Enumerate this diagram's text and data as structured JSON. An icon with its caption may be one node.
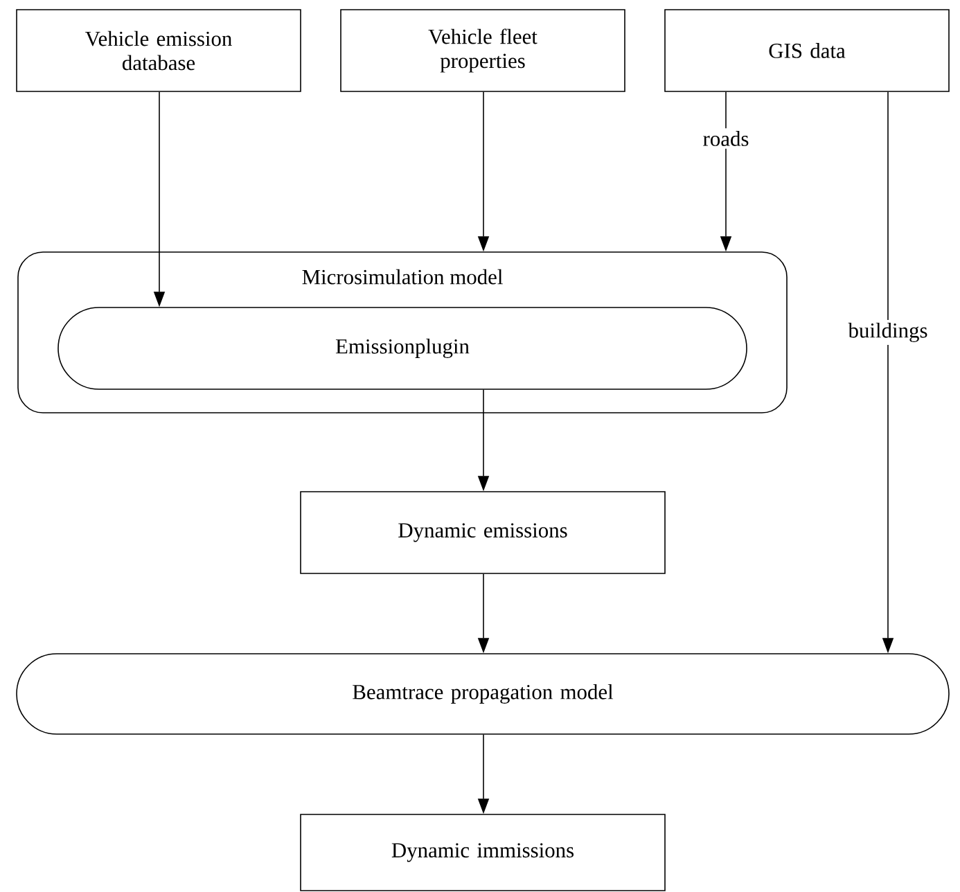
{
  "diagram": {
    "nodes": [
      {
        "text": [
          "Vehicle emission database"
        ]
      },
      {
        "text": [
          "Vehicle fleet properties"
        ]
      },
      {
        "text": [
          "GIS data"
        ]
      },
      {
        "text": [
          "Microsimulation model"
        ]
      },
      {
        "text": [
          "Emissionplugin"
        ],
        "in": 3
      },
      {
        "text": [
          "Dynamic emissions"
        ]
      },
      {
        "text": [
          "Beamtrace propagation model"
        ]
      },
      {
        "text": [
          "Dynamic immissions"
        ]
      }
    ],
    "edges": [
      {
        "from": 0,
        "to": 4,
        "arrow": "to"
      },
      {
        "from": 1,
        "to": 3,
        "arrow": "to"
      },
      {
        "from": 2,
        "to": 3,
        "arrow": "to",
        "label": "roads"
      },
      {
        "from": 2,
        "to": 6,
        "arrow": "to",
        "label": "buildings"
      },
      {
        "from": 4,
        "to": 5,
        "arrow": "to"
      },
      {
        "from": 5,
        "to": 6,
        "arrow": "to"
      },
      {
        "from": 6,
        "to": 7,
        "arrow": "to"
      }
    ]
  }
}
